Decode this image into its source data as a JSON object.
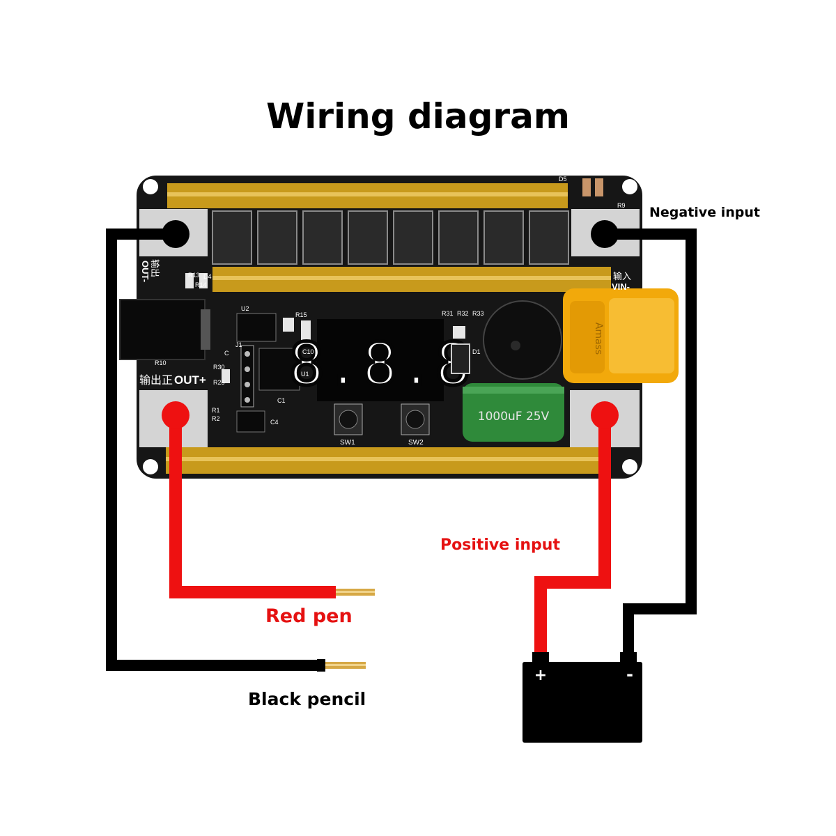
{
  "title": "Wiring diagram",
  "labels": {
    "negative_input": "Negative input",
    "positive_input": "Positive input",
    "red_pen": "Red pen",
    "black_pencil": "Black pencil"
  },
  "battery": {
    "plus": "+",
    "minus": "-"
  },
  "board": {
    "display_value": "8.8.8",
    "out_chinese": "输出正",
    "out_label": "OUT+",
    "out_minus_chinese": "输出",
    "out_minus_label": "OUT-",
    "in_chinese": "输入",
    "in_label": "VIN-",
    "button_1": "SW1",
    "button_2": "SW2",
    "capacitor_text": "1000uF 25V",
    "chip_u1": "U1",
    "chip_u2": "U2",
    "connector_brand": "Amass",
    "silkscreen": [
      "D5",
      "R9",
      "R13",
      "R14",
      "D4",
      "R15",
      "C10",
      "R31",
      "R32",
      "R33",
      "D1",
      "R10",
      "R25",
      "R30",
      "C",
      "J1",
      "C1",
      "C4",
      "R1",
      "R2"
    ]
  },
  "colors": {
    "red_wire": "#ee1111",
    "black_wire": "#000000",
    "positive_label": "#e51111",
    "pcb": "#151515",
    "bus_bar": "#c89a1c",
    "connector": "#f2a90b",
    "capacitor": "#2f8a3a",
    "display_segment": "#ffffff"
  },
  "icons": [
    "battery-icon",
    "seven-segment-display-icon",
    "buzzer-icon",
    "xt60-connector-icon",
    "capacitor-icon",
    "dc-jack-icon"
  ]
}
